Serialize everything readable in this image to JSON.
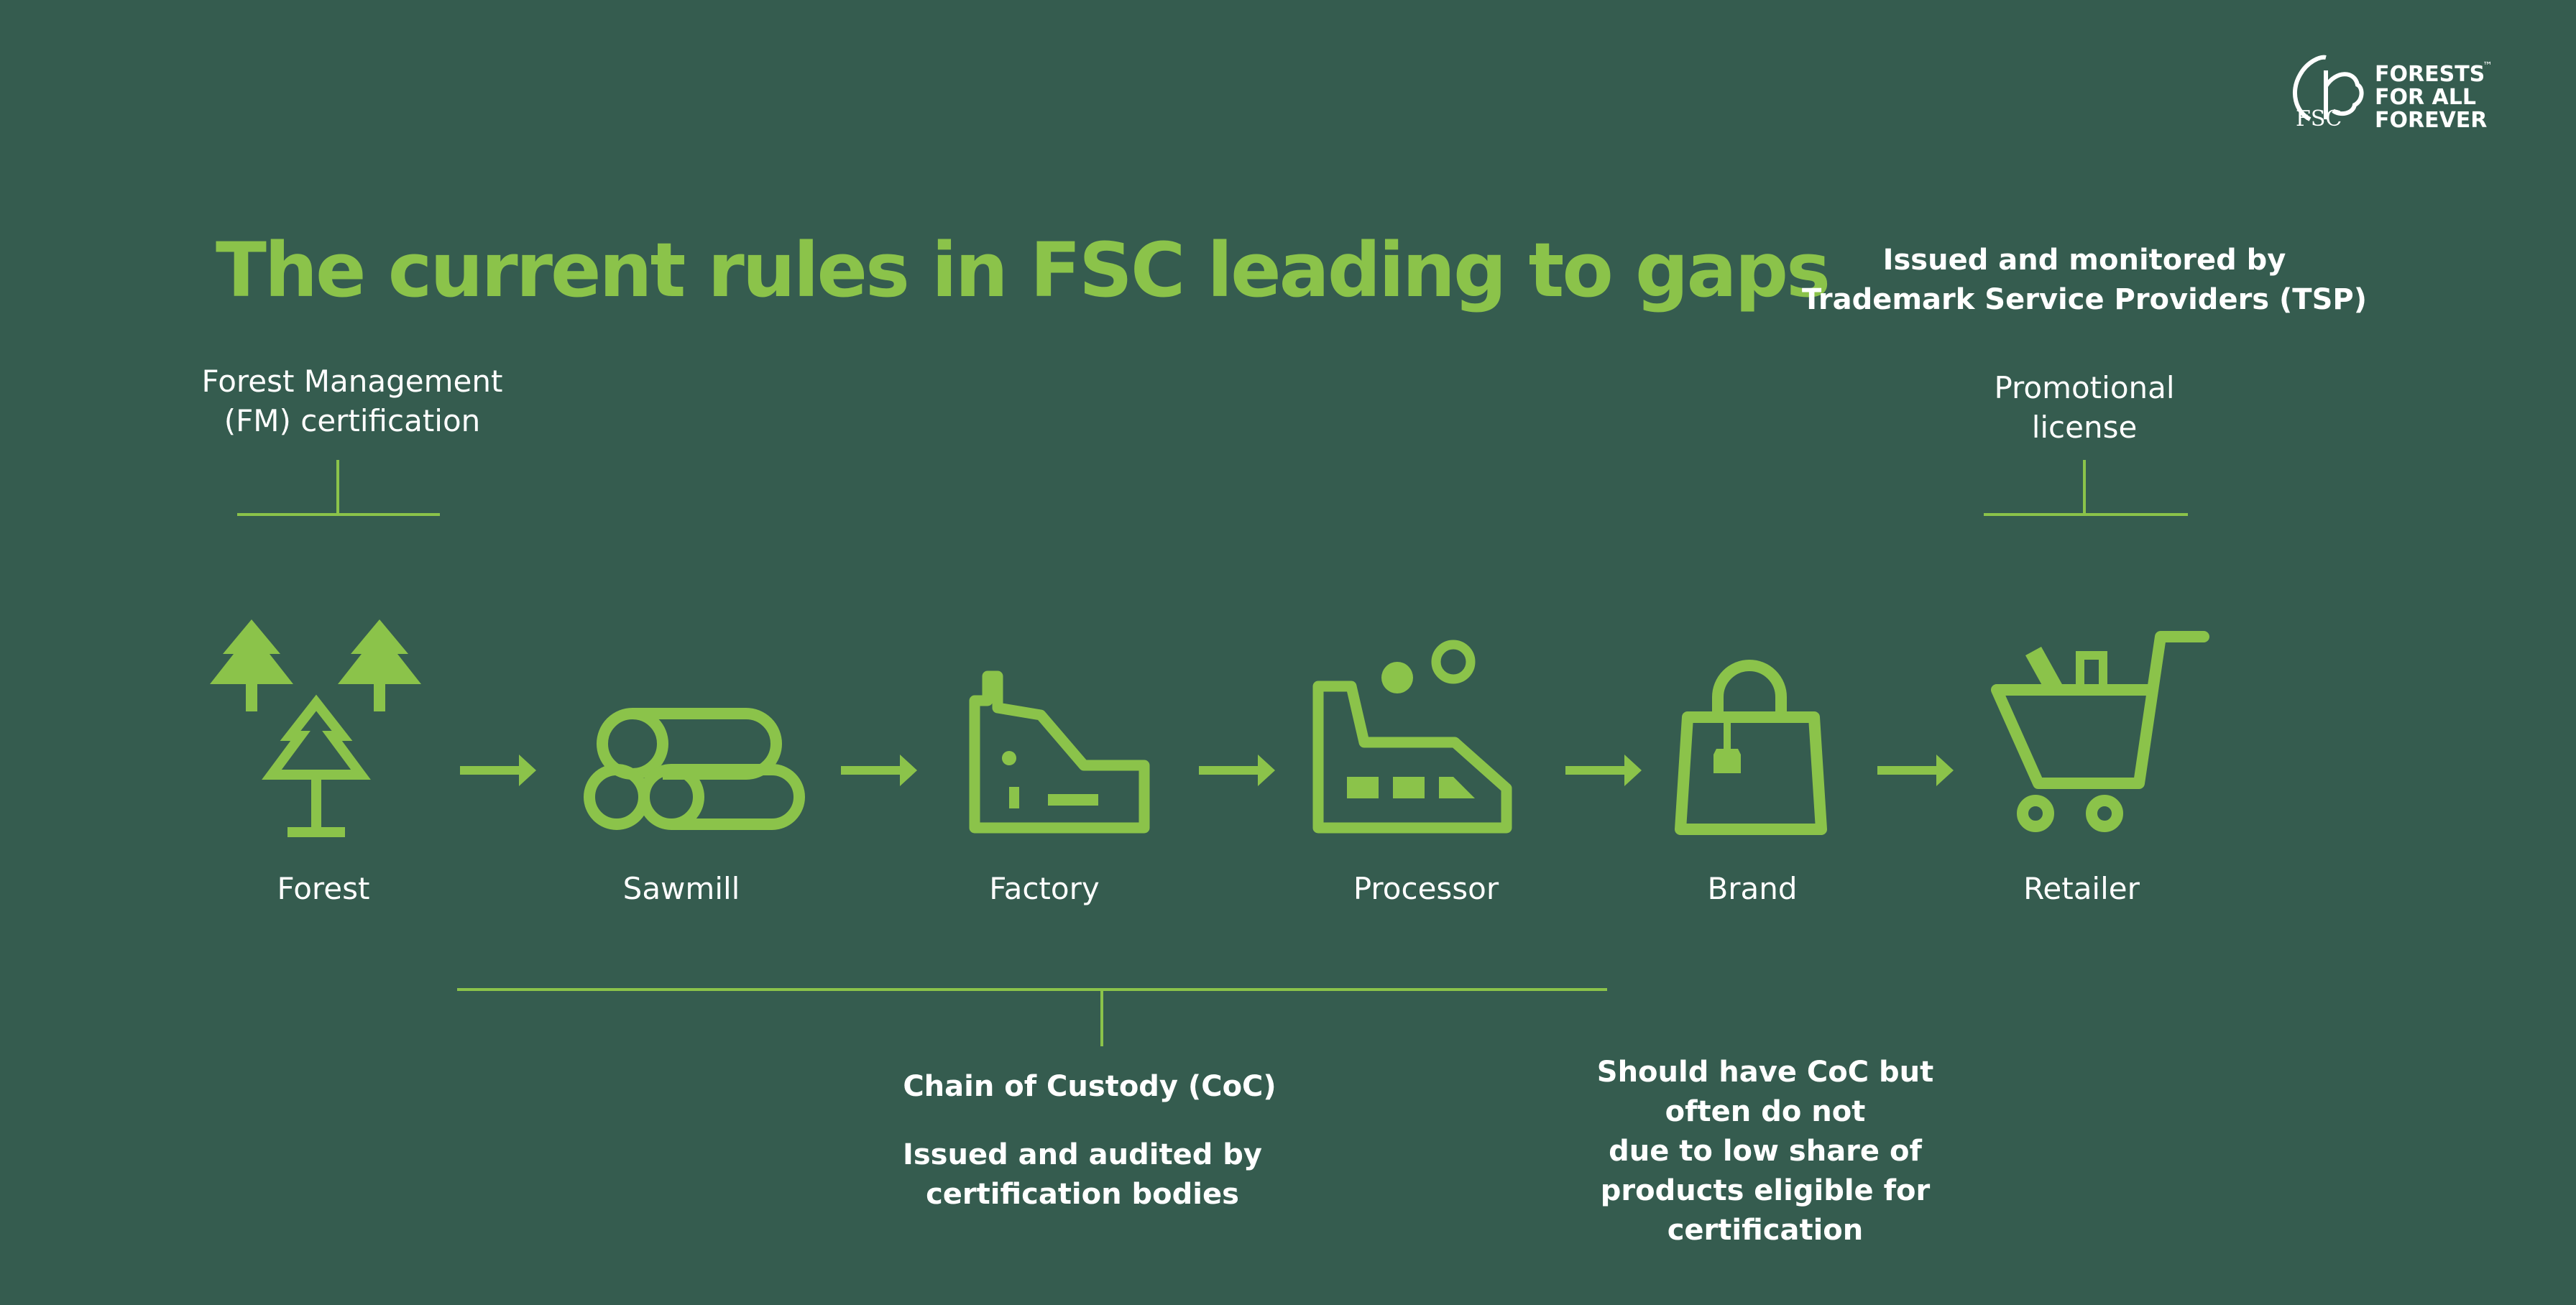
{
  "title": "The current rules in FSC leading to gaps",
  "logo": {
    "acronym": "FSC",
    "tagline": [
      "FORESTS",
      "FOR ALL",
      "FOREVER"
    ],
    "trademark": "™"
  },
  "notes": {
    "fm_certification": [
      "Forest Management",
      "(FM) certification"
    ],
    "tsp": [
      "Issued and monitored by",
      "Trademark Service Providers (TSP)"
    ],
    "promotional_license": [
      "Promotional",
      "license"
    ],
    "coc_title": "Chain of Custody (CoC)",
    "coc_issued": [
      "Issued and audited by",
      "certification bodies"
    ],
    "brand_gap": [
      "Should have CoC but",
      "often do not",
      "due to low share of",
      "products eligible for",
      "certification"
    ]
  },
  "stages": [
    {
      "label": "Forest",
      "icon": "forest-icon"
    },
    {
      "label": "Sawmill",
      "icon": "logs-icon"
    },
    {
      "label": "Factory",
      "icon": "factory-icon"
    },
    {
      "label": "Processor",
      "icon": "processor-icon"
    },
    {
      "label": "Brand",
      "icon": "shopping-bag-icon"
    },
    {
      "label": "Retailer",
      "icon": "shopping-cart-icon"
    }
  ],
  "colors": {
    "background": "#355c4f",
    "accent": "#8bc34a",
    "text": "#ffffff"
  }
}
